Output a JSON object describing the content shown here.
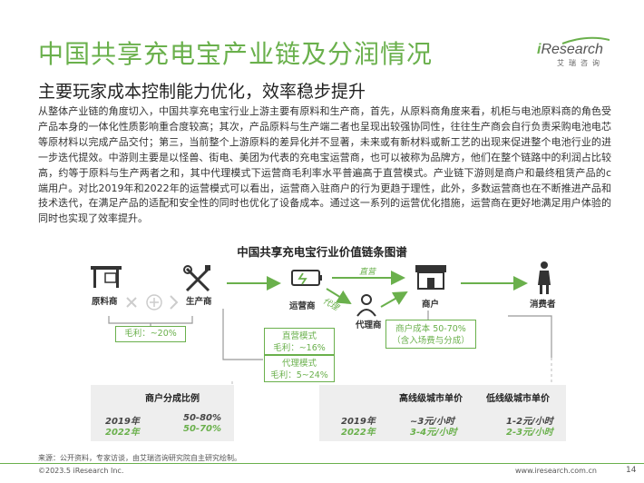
{
  "header": {
    "title": "中国共享充电宝产业链及分润情况",
    "subtitle": "主要玩家成本控制能力优化，效率稳步提升"
  },
  "logo": {
    "brand_i": "i",
    "brand_rest": "Research",
    "brand_cn": "艾瑞咨询"
  },
  "body_text": "从整体产业链的角度切入，中国共享充电宝行业上游主要有原料和生产商，首先，从原料商角度来看，机柜与电池原料商的角色受产品本身的一体化性质影响重合度较高；其次，产品原料与生产端二者也呈现出较强协同性，往往生产商会自行负责采购电池电芯等原材料以完成产品交付；第三，当前整个上游原料的差异化并不显著，未来或有新材料或新工艺的出现来促进整个电池行业的进一步迭代提效。中游则主要是以怪兽、街电、美团为代表的充电宝运营商，也可以被称为品牌方，他们在整个链路中的利润占比较高，约等于原料与生产两者之和，其中代理模式下运营商毛利率水平普遍高于直营模式。产业链下游则是商户和最终租赁产品的c端用户。对比2019年和2022年的运营模式可以看出，运营商入驻商户的行为更趋于理性，此外，多数运营商也在不断推进产品和技术迭代，在满足产品的适配和安全性的同时也优化了设备成本。通过这一系列的运营优化措施，运营商在更好地满足用户体验的同时也实现了效率提升。",
  "diagram": {
    "title": "中国共享充电宝行业价值链条图谱",
    "nodes": {
      "raw": "原料商",
      "producer": "生产商",
      "operator": "运营商",
      "agent": "代理商",
      "merchant": "商户",
      "consumer": "消费者"
    },
    "edge_direct": "直营",
    "edge_agent": "代理",
    "boxes": {
      "gross": "毛利：~20%",
      "direct_line1": "直营模式",
      "direct_line2": "毛利：~16%",
      "agent_line1": "代理模式",
      "agent_line2": "毛利：5~24%",
      "merchant_line1": "商户成本 50-70%",
      "merchant_line2": "（含入场费与分成）"
    },
    "panel_left": {
      "header": "商户分成比例",
      "rows": [
        {
          "year": "2019年",
          "value": "50-80%"
        },
        {
          "year": "2022年",
          "value": "50-70%"
        }
      ]
    },
    "panel_right": {
      "header_a": "高线级城市单价",
      "header_b": "低线级城市单价",
      "rows": [
        {
          "year": "2019年",
          "a": "~3元/小时",
          "b": "1-2元/小时"
        },
        {
          "year": "2022年",
          "a": "3-4元/小时",
          "b": "2-3元/小时"
        }
      ]
    }
  },
  "footer": {
    "source": "来源：公开资料，专家访谈，由艾瑞咨询研究院自主研究绘制。",
    "copyright": "©2023.5 iResearch Inc.",
    "url": "www.iresearch.com.cn",
    "page": "14"
  },
  "colors": {
    "accent": "#6ab04c",
    "icon": "#333333",
    "panel": "#eeeeee"
  }
}
